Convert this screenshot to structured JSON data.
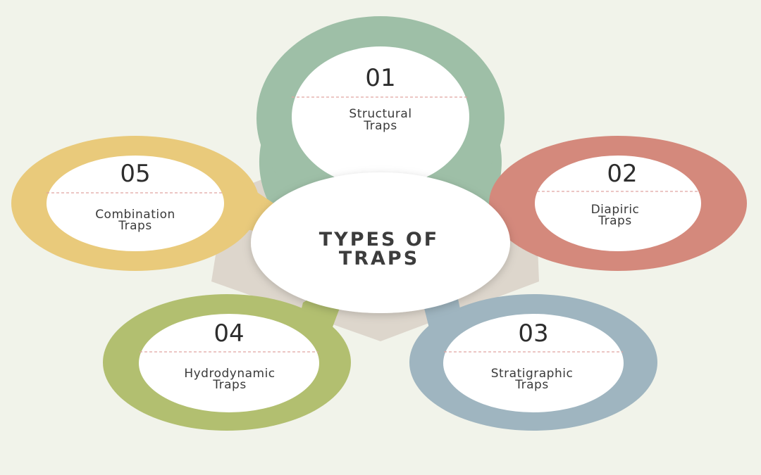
{
  "center": {
    "title_line1": "TYPES OF",
    "title_line2": "TRAPS"
  },
  "items": [
    {
      "number": "01",
      "label_line1": "Structural",
      "label_line2": "Traps",
      "color": "#9ebfa7"
    },
    {
      "number": "02",
      "label_line1": "Diapiric",
      "label_line2": "Traps",
      "color": "#d4897c"
    },
    {
      "number": "03",
      "label_line1": "Stratigraphic",
      "label_line2": "Traps",
      "color": "#9fb5c0"
    },
    {
      "number": "04",
      "label_line1": "Hydrodynamic",
      "label_line2": "Traps",
      "color": "#b2bf70"
    },
    {
      "number": "05",
      "label_line1": "Combination",
      "label_line2": "Traps",
      "color": "#e9ca7b"
    }
  ],
  "colors": {
    "background": "#f1f3ea",
    "pentagon": "#ddd6cc",
    "divider": "#e0a3a0"
  }
}
